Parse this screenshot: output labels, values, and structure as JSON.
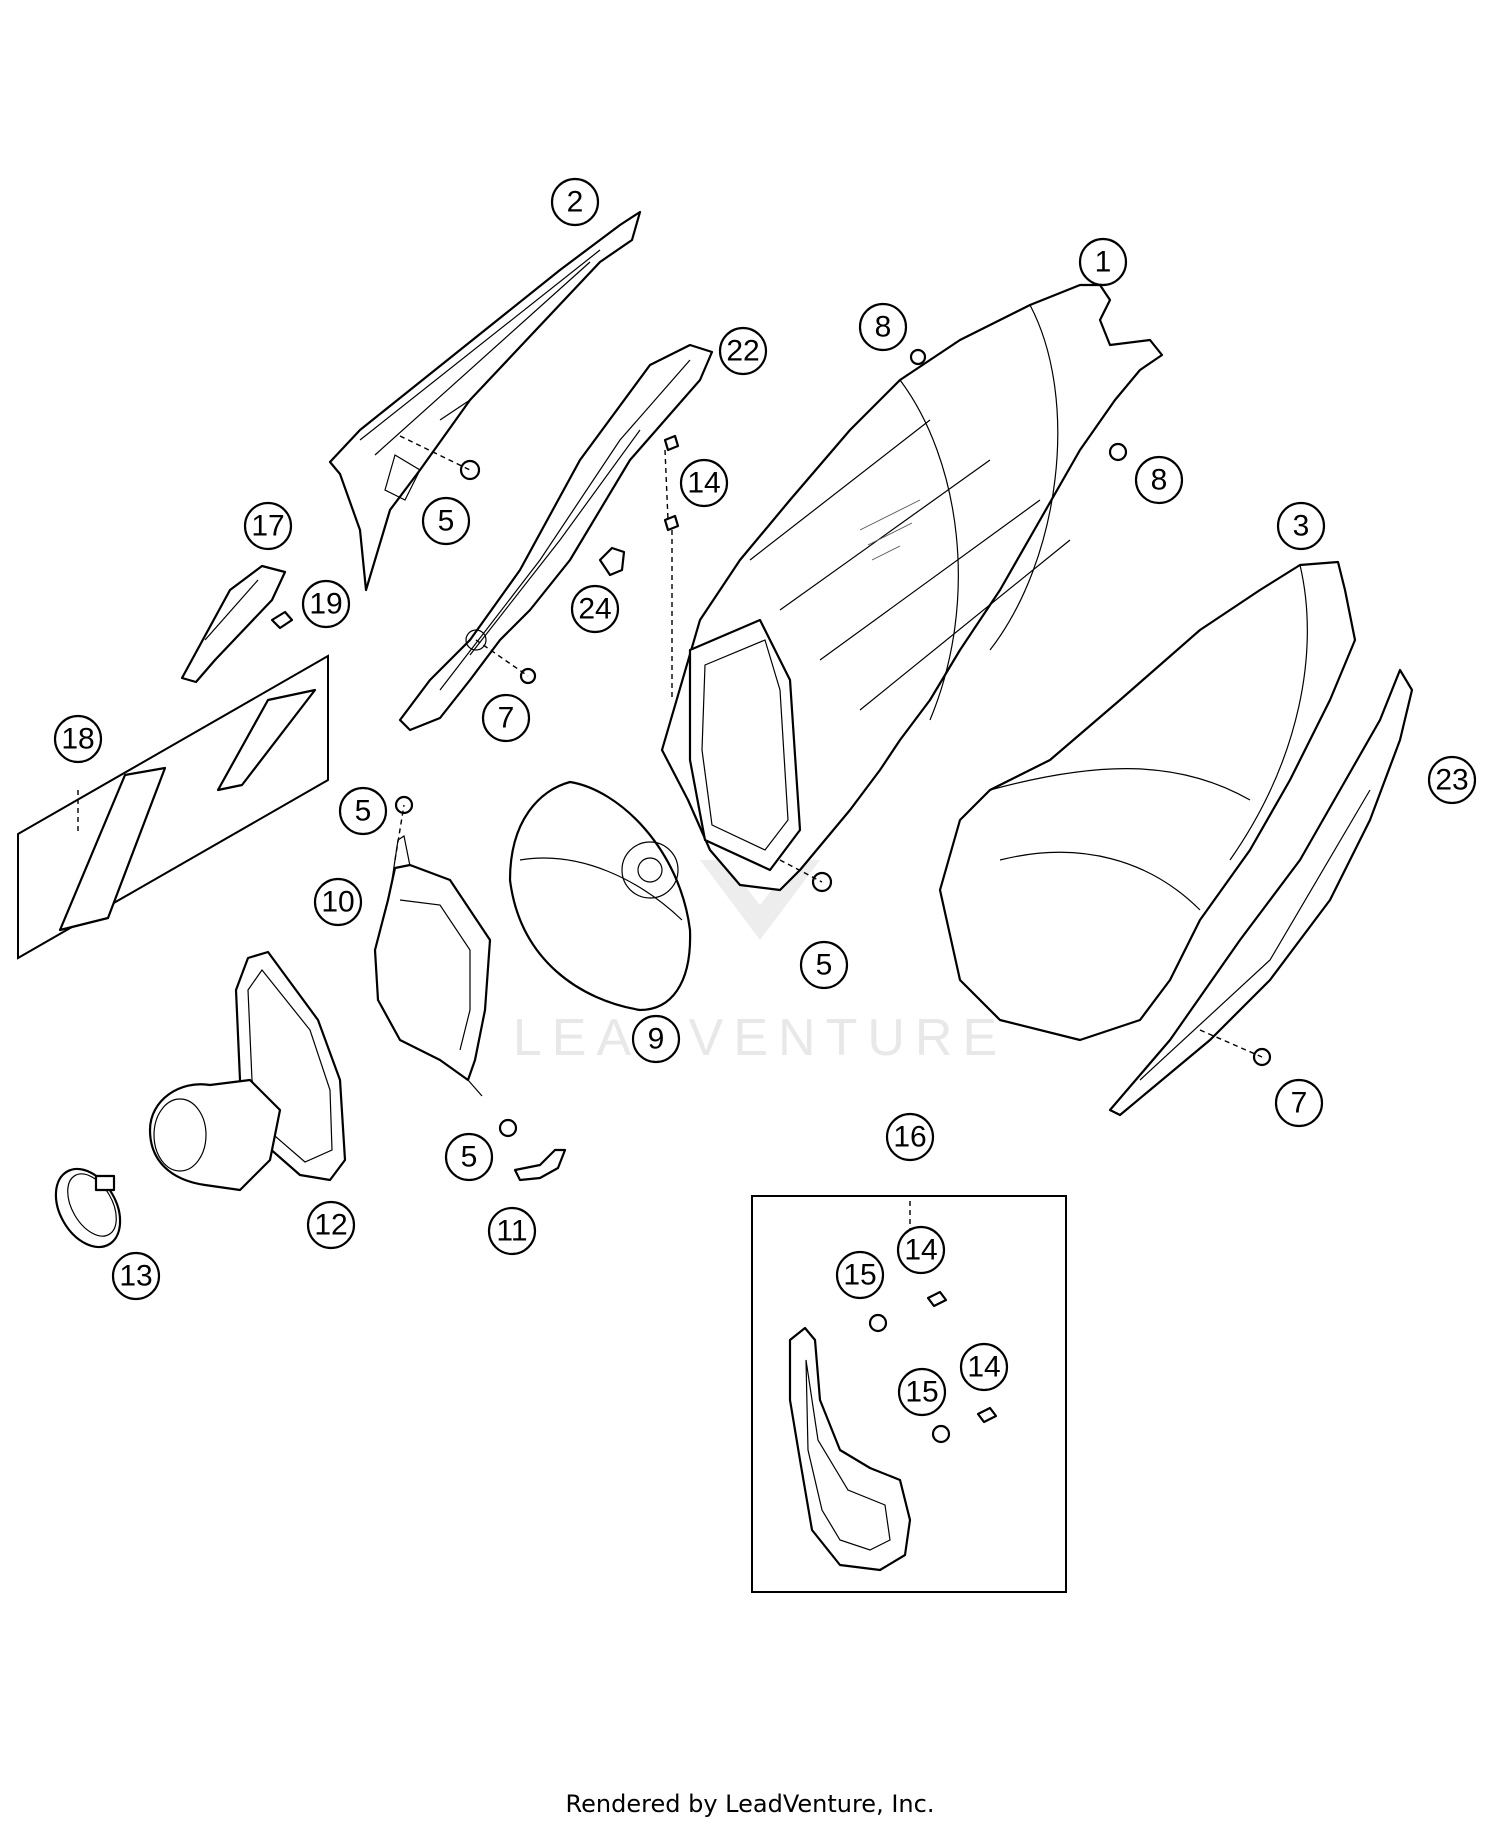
{
  "watermark": {
    "brand": "LEADVENTURE"
  },
  "footer": {
    "credit": "Rendered by LeadVenture, Inc."
  },
  "callouts": {
    "c1": "1",
    "c2": "2",
    "c3": "3",
    "c5a": "5",
    "c5b": "5",
    "c5c": "5",
    "c5d": "5",
    "c7a": "7",
    "c7b": "7",
    "c8a": "8",
    "c8b": "8",
    "c9": "9",
    "c10": "10",
    "c11": "11",
    "c12": "12",
    "c13": "13",
    "c14a": "14",
    "c14b": "14",
    "c14c": "14",
    "c15a": "15",
    "c15b": "15",
    "c16": "16",
    "c17": "17",
    "c18": "18",
    "c19": "19",
    "c22": "22",
    "c23": "23",
    "c24": "24"
  }
}
